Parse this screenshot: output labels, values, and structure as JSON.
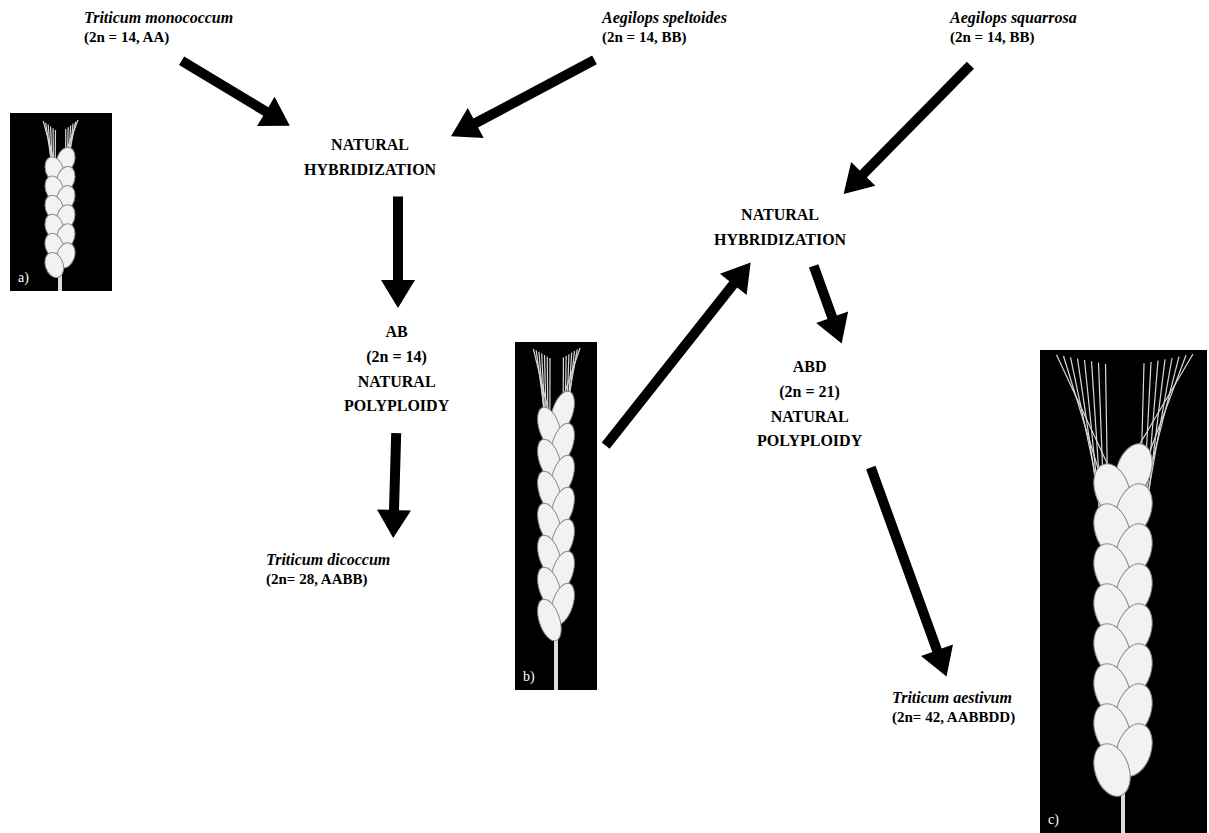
{
  "diagram": {
    "nodes": [
      {
        "text": [
          "Triticum monococcum",
          "(2n = 14, AA)"
        ]
      },
      {
        "text": [
          "Aegilops speltoides",
          "(2n = 14, BB)"
        ]
      },
      {
        "text": [
          "Aegilops squarrosa",
          "(2n = 14, BB)"
        ]
      },
      {
        "text": [
          "a)"
        ]
      },
      {
        "text": [
          "NATURAL HYBRIDIZATION"
        ]
      },
      {
        "text": [
          "AB",
          "(2n = 14)",
          "NATURAL POLYPLOIDY"
        ]
      },
      {
        "text": [
          "b)"
        ]
      },
      {
        "text": [
          "NATURAL HYBRIDIZATION"
        ]
      },
      {
        "text": [
          "Triticum dicoccum",
          "(2n= 28, AABB)"
        ]
      },
      {
        "text": [
          "ABD",
          "(2n = 21)",
          "NATURAL POLYPLOIDY"
        ]
      },
      {
        "text": [
          "Triticum aestivum",
          "(2n= 42, AABBDD)"
        ]
      },
      {
        "text": [
          "c)"
        ]
      }
    ],
    "edges": [
      {
        "from": 0,
        "to": 4,
        "arrow": "to"
      },
      {
        "from": 1,
        "to": 4,
        "arrow": "to"
      },
      {
        "from": 4,
        "to": 5,
        "arrow": "to"
      },
      {
        "from": 5,
        "to": 8,
        "arrow": "to"
      },
      {
        "from": 2,
        "to": 7,
        "arrow": "to"
      },
      {
        "from": 6,
        "to": 7,
        "arrow": "to"
      },
      {
        "from": 7,
        "to": 9,
        "arrow": "to"
      },
      {
        "from": 9,
        "to": 10,
        "arrow": "to"
      }
    ]
  }
}
